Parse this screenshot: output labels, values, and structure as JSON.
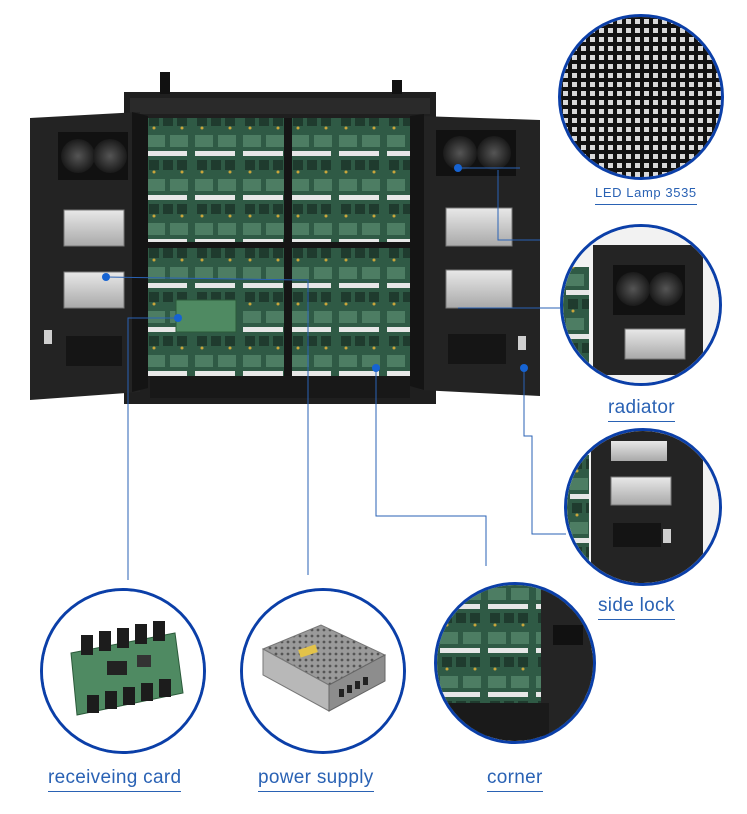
{
  "callouts": {
    "led_lamp": "LED Lamp 3535",
    "radiator": "radiator",
    "side_lock": "side lock",
    "receiving_card": "receiveing card",
    "power_supply": "power supply",
    "corner": "corner"
  },
  "colors": {
    "accent": "#2a62b4",
    "circle_border": "#0b3fa8",
    "cabinet": "#1d1d1d",
    "pcb": "#3c6b52"
  }
}
